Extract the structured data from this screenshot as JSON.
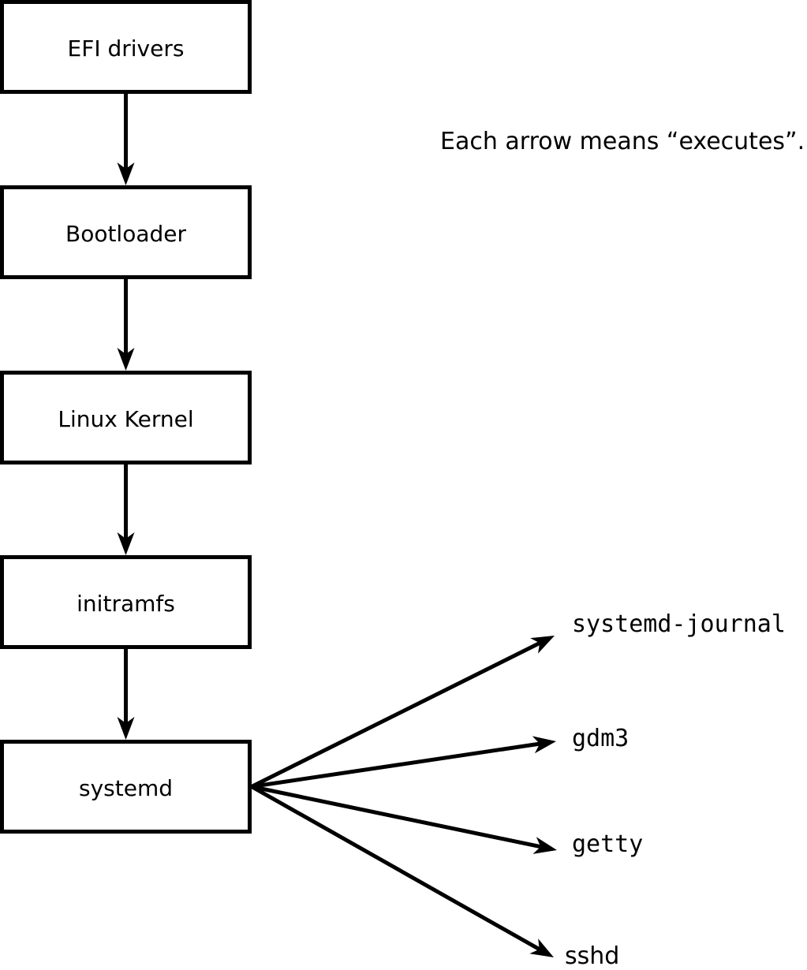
{
  "diagram": {
    "note": "Each arrow means “executes”.",
    "arrow_meaning": "executes",
    "chain": [
      {
        "label": "EFI drivers"
      },
      {
        "label": "Bootloader"
      },
      {
        "label": "Linux Kernel"
      },
      {
        "label": "initramfs"
      },
      {
        "label": "systemd"
      }
    ],
    "spawned": [
      {
        "label": "systemd-journal"
      },
      {
        "label": "gdm3"
      },
      {
        "label": "getty"
      },
      {
        "label": "sshd"
      }
    ],
    "colors": {
      "line": "#000000",
      "text": "#000000",
      "box_fill": "#ffffff",
      "background": "#ffffff"
    }
  }
}
